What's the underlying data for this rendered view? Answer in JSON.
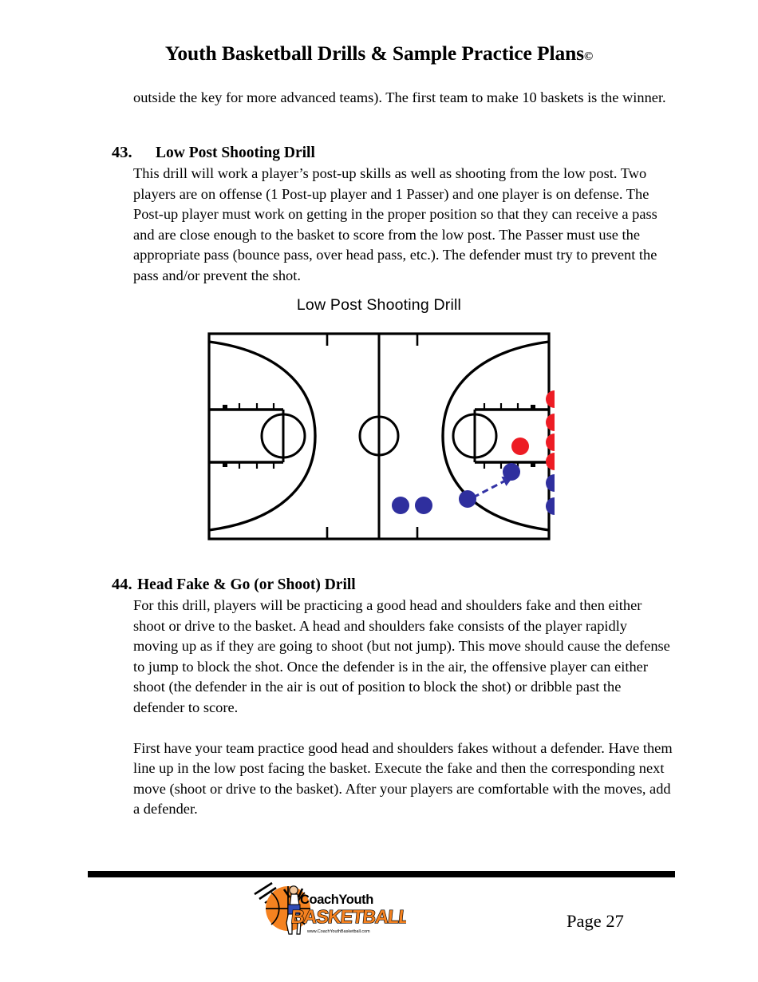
{
  "document": {
    "header_title": "Youth Basketball Drills & Sample Practice Plans",
    "header_copyright": "©",
    "lead_paragraph": "outside the key for more advanced teams).  The first team to make 10 baskets is the winner.",
    "page_label": "Page 27"
  },
  "sections": [
    {
      "number": "43.",
      "title": "Low Post Shooting Drill",
      "paragraphs": [
        "This drill will work a player’s post-up skills as well as shooting from the low post.  Two players are on offense (1 Post-up player and 1 Passer) and one player is on defense.  The Post-up player must work on getting in the proper position so that they can receive a pass and are close enough to the basket to score from the low post.  The Passer must use the appropriate pass (bounce pass, over head pass, etc.).  The defender must try to prevent the pass and/or prevent the shot."
      ]
    },
    {
      "number": "44.",
      "title": "Head Fake & Go (or Shoot) Drill",
      "paragraphs": [
        "For this drill, players will be practicing a good head and shoulders fake and then either shoot or drive to the basket.  A head and shoulders fake consists of the player rapidly moving up as if they are going to shoot (but not jump).  This move should cause the defense to jump to block the shot. Once the defender is in the air, the offensive player can either shoot (the defender in the air is out of position to block the shot) or dribble past the defender to score.",
        "First have your team practice good head and shoulders fakes without a defender.  Have them line up in the low post facing the basket.  Execute the fake and then the corresponding next move (shoot or drive to the basket).  After your players are comfortable with the moves, add a defender."
      ]
    }
  ],
  "diagram": {
    "title": "Low Post Shooting Drill",
    "court_line_color": "#000000",
    "offense_color": "#ED1C24",
    "defense_color": "#2F2F9E",
    "arrow_color": "#3333A5",
    "offense_player_count": 5,
    "defense_player_count": 6,
    "arrow_label": "pass/cut direction"
  },
  "logo": {
    "line1": "CoachYouth",
    "line2": "BASKETBALL",
    "url": "www.CoachYouthBasketball.com",
    "ball_color": "#F58220",
    "text_color": "#000000",
    "accent_color": "#F58220"
  }
}
